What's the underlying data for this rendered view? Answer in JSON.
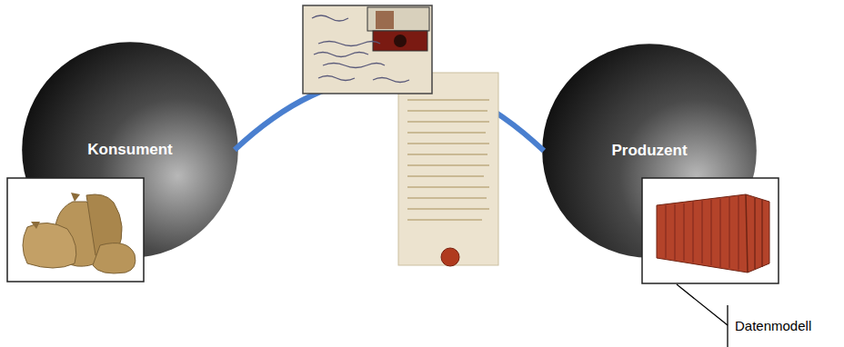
{
  "diagram": {
    "nodes": [
      {
        "text": [
          "Konsument"
        ]
      },
      {
        "text": [
          "Produzent"
        ]
      }
    ],
    "edges": [
      {
        "from": 0,
        "to": 1,
        "arrow": "none"
      }
    ],
    "labels": [
      "Datenmodell"
    ]
  }
}
